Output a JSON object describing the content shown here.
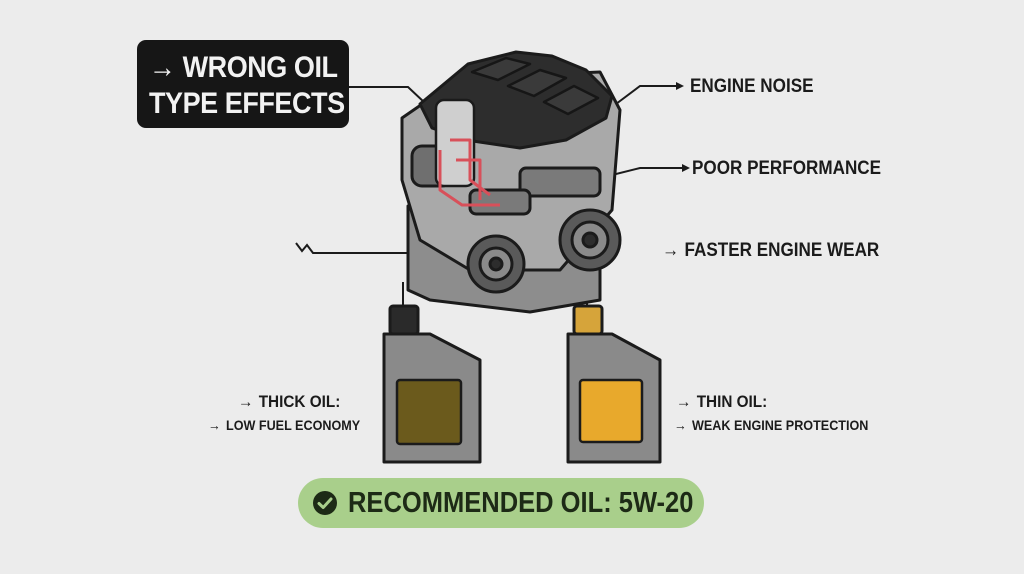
{
  "title": {
    "line1": "WRONG OIL",
    "line2": "TYPE EFFECTS",
    "arrow": "→"
  },
  "effects": [
    {
      "text": "ENGINE NOISE"
    },
    {
      "text": "POOR PERFORMANCE"
    },
    {
      "text": "FASTER ENGINE WEAR",
      "arrow": "→"
    }
  ],
  "thick_oil": {
    "heading": "THICK OIL:",
    "detail": "LOW FUEL ECONOMY",
    "arrow": "→",
    "label_color": "#6b5a1c"
  },
  "thin_oil": {
    "heading": "THIN OIL:",
    "detail": "WEAK ENGINE PROTECTION",
    "arrow": "→",
    "label_color": "#e8a92c"
  },
  "recommendation": {
    "text": "RECOMMENDED OIL: 5W-20",
    "icon": "check-circle-icon",
    "color": "#a9cf8b"
  },
  "engine": {
    "icon": "engine-cutaway-icon",
    "highlight_color": "#d8505a"
  }
}
